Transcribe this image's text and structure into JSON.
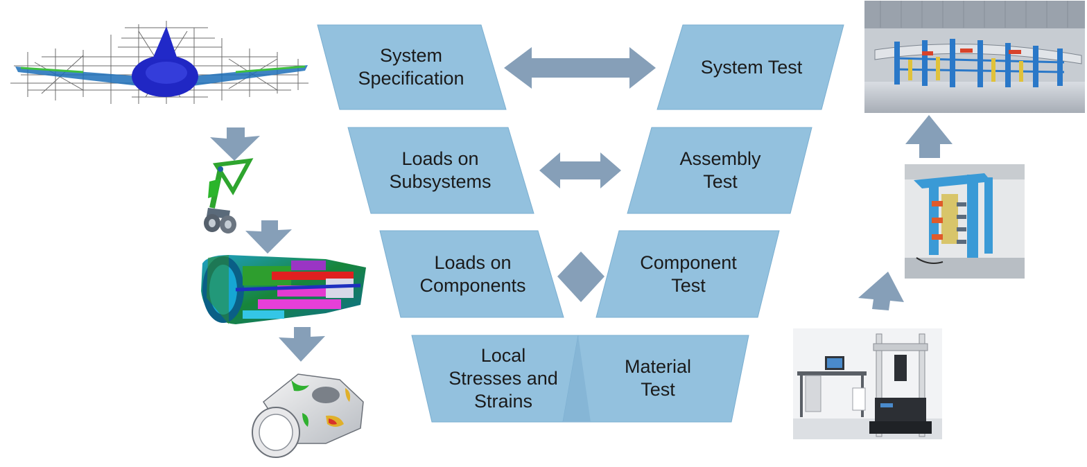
{
  "colors": {
    "box_fill": "#93c1de",
    "box_stroke": "#7aaed0",
    "arrow_fill": "#869fb8",
    "overlap_fill": "#86b6d6"
  },
  "left_column": [
    {
      "id": "system_specification",
      "label": "System\nSpecification"
    },
    {
      "id": "loads_on_subsystems",
      "label": "Loads on\nSubsystems"
    },
    {
      "id": "loads_on_components",
      "label": "Loads on\nComponents"
    },
    {
      "id": "local_stresses",
      "label": "Local\nStresses and\nStrains"
    }
  ],
  "right_column": [
    {
      "id": "system_test",
      "label": "System Test"
    },
    {
      "id": "assembly_test",
      "label": "Assembly\nTest"
    },
    {
      "id": "component_test",
      "label": "Component\nTest"
    },
    {
      "id": "material_test",
      "label": "Material\nTest"
    }
  ],
  "images_left": [
    "aircraft-wireframe-model",
    "landing-gear-model",
    "engine-cutaway-model",
    "component-stress-contour"
  ],
  "images_right": [
    "full-scale-aircraft-test-rig",
    "assembly-test-rig",
    "material-testing-machine"
  ],
  "arrow_icons": [
    "down-arrow-icon",
    "up-arrow-icon",
    "double-arrow-icon",
    "diamond-icon"
  ]
}
